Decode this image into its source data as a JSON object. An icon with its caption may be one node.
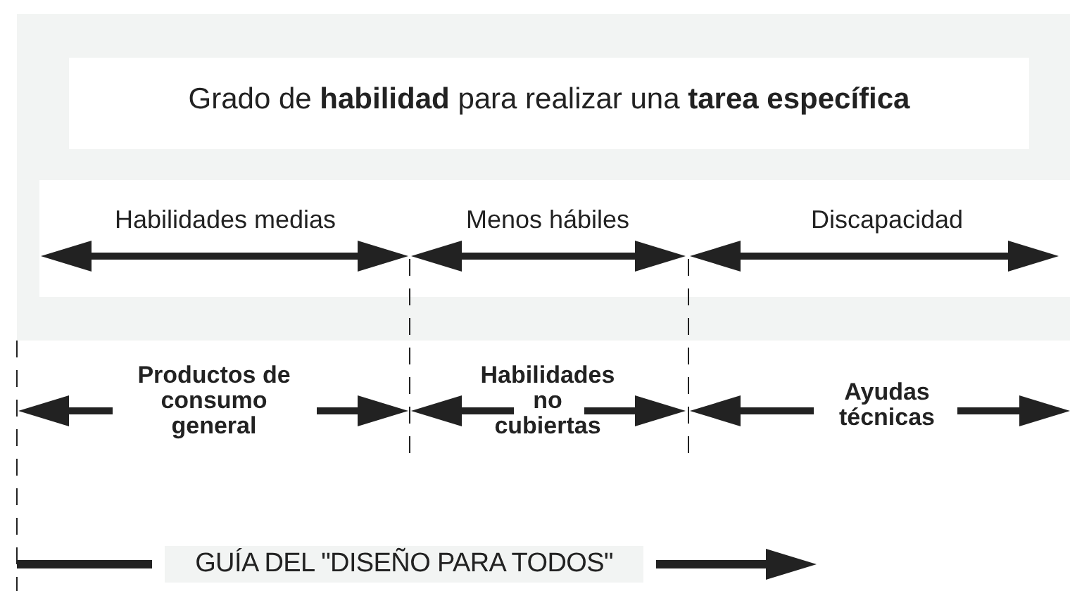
{
  "diagram": {
    "title": "Grado de **habilidad** para realizar una **tarea específica**",
    "labels": [
      "Habilidades medias",
      "Menos hábiles",
      "Discapacidad",
      "Productos de consumo general",
      "Habilidades no cubiertas",
      "Ayudas técnicas",
      "GUÍA DEL \"DISEÑO PARA TODOS\""
    ]
  }
}
